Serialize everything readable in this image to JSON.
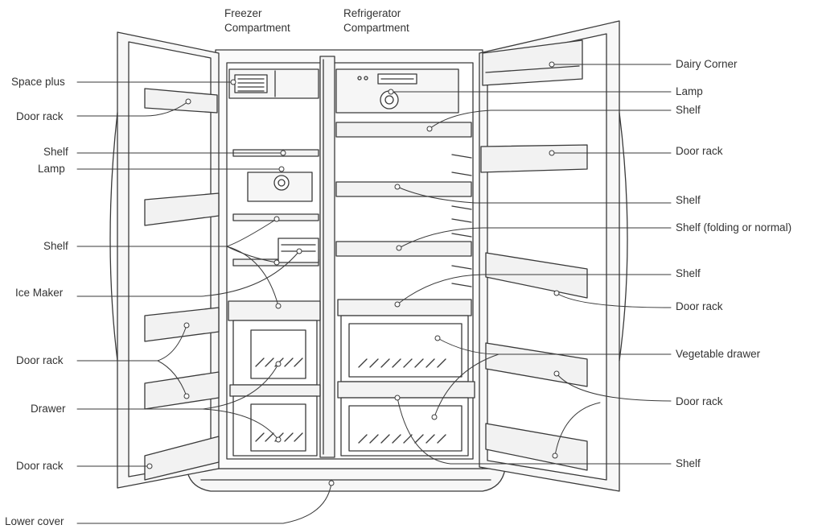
{
  "headers": {
    "freezer_line1": "Freezer",
    "freezer_line2": "Compartment",
    "fridge_line1": "Refrigerator",
    "fridge_line2": "Compartment"
  },
  "left_labels": {
    "space_plus": "Space plus",
    "door_rack_top": "Door rack",
    "shelf_top": "Shelf",
    "lamp": "Lamp",
    "shelf_mid": "Shelf",
    "ice_maker": "Ice Maker",
    "door_rack_mid": "Door rack",
    "drawer": "Drawer",
    "door_rack_bottom": "Door rack",
    "lower_cover": "Lower cover"
  },
  "right_labels": {
    "dairy_corner": "Dairy Corner",
    "lamp": "Lamp",
    "shelf_1": "Shelf",
    "door_rack_1": "Door rack",
    "shelf_2": "Shelf",
    "shelf_folding": "Shelf (folding or normal)",
    "shelf_3": "Shelf",
    "door_rack_2": "Door rack",
    "vegetable_drawer": "Vegetable drawer",
    "door_rack_3": "Door rack",
    "shelf_4": "Shelf"
  },
  "colors": {
    "line": "#3a3a3a",
    "text": "#333333",
    "fill": "#f3f3f3"
  }
}
